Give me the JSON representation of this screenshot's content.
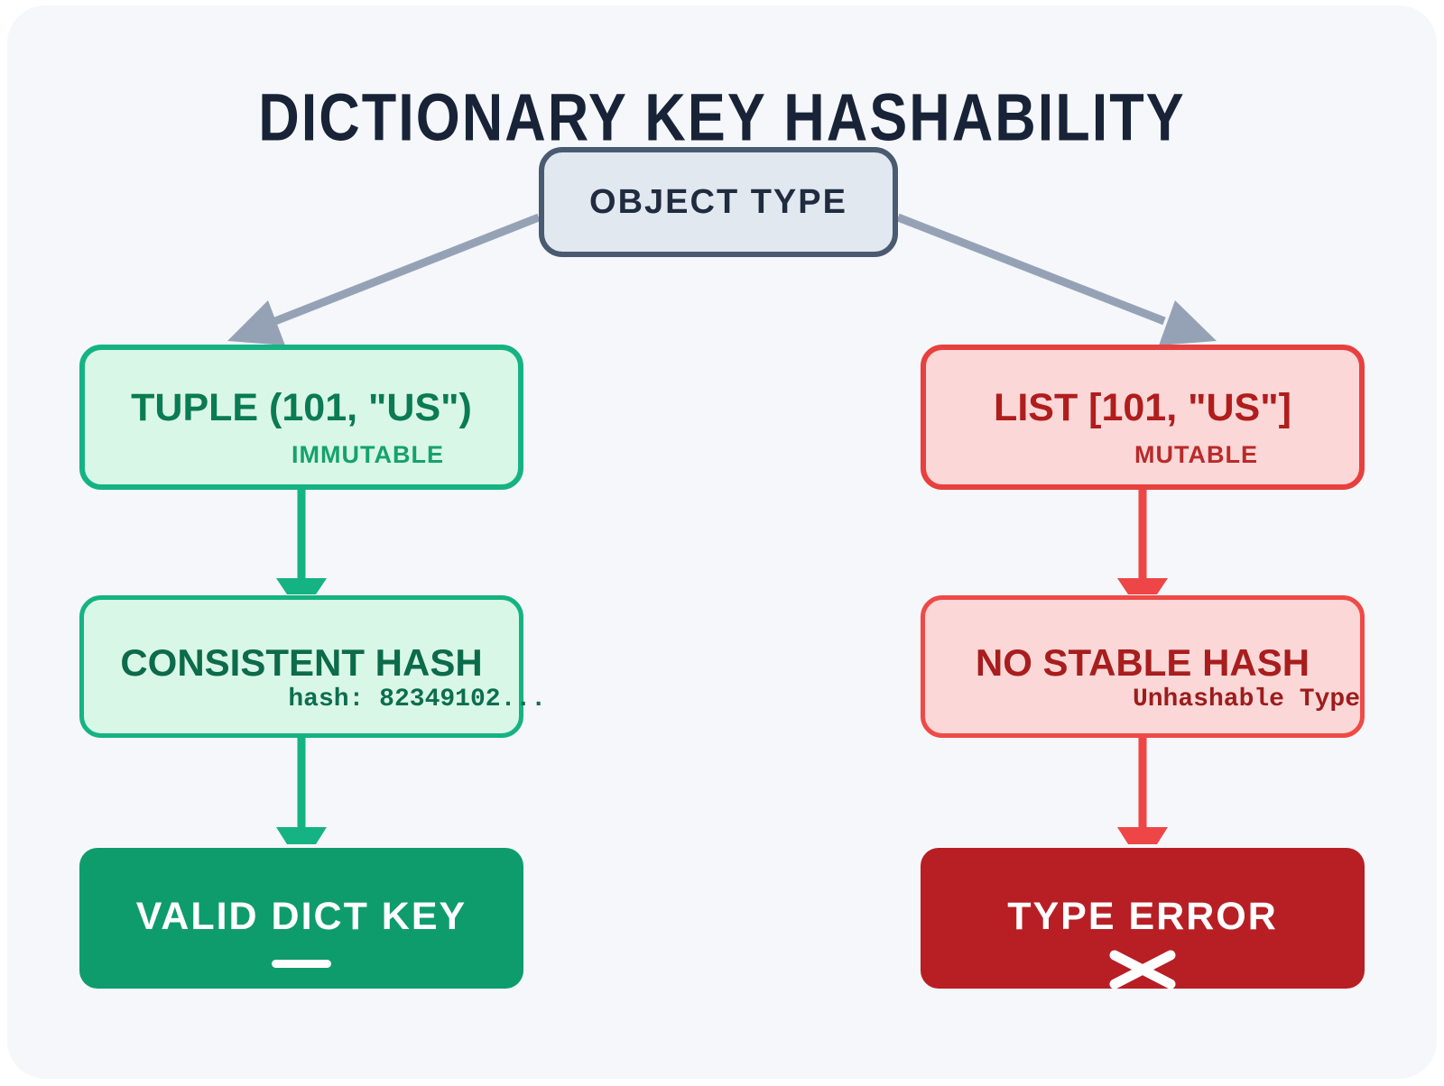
{
  "title": "DICTIONARY KEY HASHABILITY",
  "root": {
    "label": "OBJECT TYPE"
  },
  "branches": {
    "tuple": {
      "node": {
        "label": "TUPLE (101, \"US\")",
        "sublabel": "IMMUTABLE"
      },
      "hash": {
        "label": "CONSISTENT HASH",
        "sublabel": "hash: 82349102..."
      },
      "result": {
        "label": "VALID DICT KEY",
        "icon": "valid-dash-icon"
      }
    },
    "list": {
      "node": {
        "label": "LIST [101, \"US\"]",
        "sublabel": "MUTABLE"
      },
      "hash": {
        "label": "NO STABLE HASH",
        "sublabel": "Unhashable Type"
      },
      "result": {
        "label": "TYPE ERROR",
        "icon": "error-cross-icon"
      }
    }
  },
  "colors": {
    "page_background": "#ffffff",
    "card_background": "#f5f7fa",
    "title_text": "#182338",
    "root_fill": "#e2e8ef",
    "root_border": "#4a5a70",
    "root_text": "#1f2b3f",
    "slate_arrow": "#95a2b6",
    "green_border": "#15b383",
    "green_fill": "#d9f7e7",
    "green_text_dark": "#0a7b53",
    "green_solid": "#0f9c6c",
    "red_border": "#e8403e",
    "red_fill": "#fbd7d7",
    "red_text_dark": "#a81d1d",
    "red_solid": "#b71f24",
    "result_text": "#ffffff"
  }
}
